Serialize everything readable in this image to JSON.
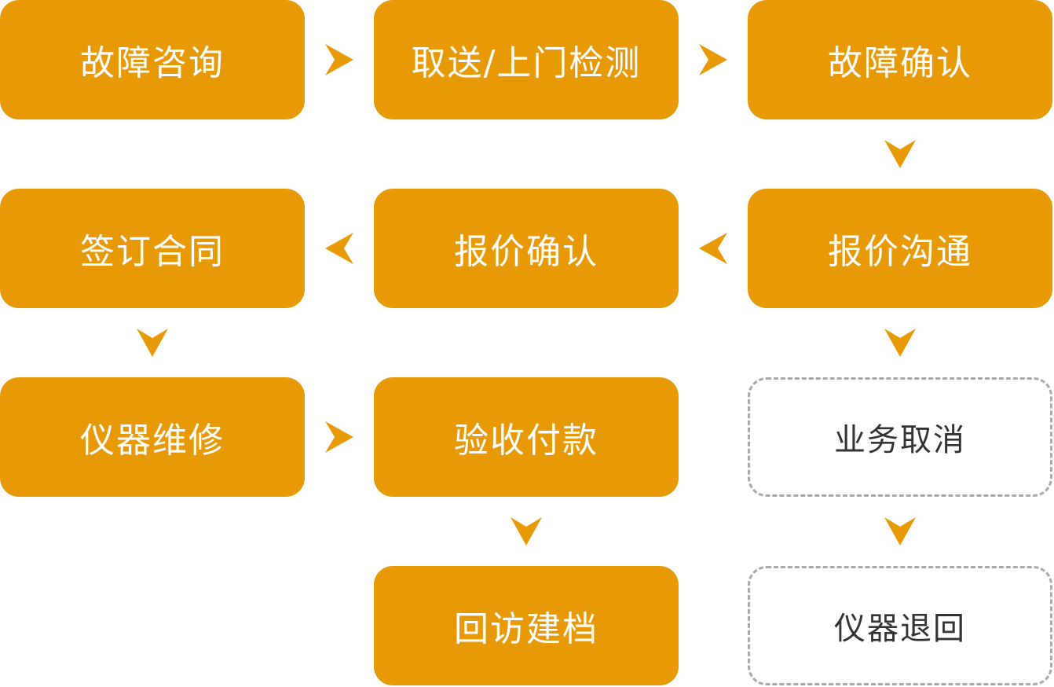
{
  "diagram": {
    "nodes": {
      "fault_consult": "故障咨询",
      "pickup_inspect": "取送/上门检测",
      "fault_confirm": "故障确认",
      "sign_contract": "签订合同",
      "quote_confirm": "报价确认",
      "quote_communicate": "报价沟通",
      "instrument_repair": "仪器维修",
      "acceptance_payment": "验收付款",
      "business_cancel": "业务取消",
      "followup_archive": "回访建档",
      "instrument_return": "仪器退回"
    },
    "colors": {
      "step_fill": "#E89A06",
      "step_text": "#FFFFFF",
      "alt_border": "#AAAAAA",
      "alt_text": "#333333",
      "arrow": "#E89A06"
    },
    "edges": [
      {
        "from": "fault_consult",
        "to": "pickup_inspect"
      },
      {
        "from": "pickup_inspect",
        "to": "fault_confirm"
      },
      {
        "from": "fault_confirm",
        "to": "quote_communicate"
      },
      {
        "from": "quote_communicate",
        "to": "quote_confirm"
      },
      {
        "from": "quote_confirm",
        "to": "sign_contract"
      },
      {
        "from": "sign_contract",
        "to": "instrument_repair"
      },
      {
        "from": "instrument_repair",
        "to": "acceptance_payment"
      },
      {
        "from": "acceptance_payment",
        "to": "followup_archive"
      },
      {
        "from": "quote_communicate",
        "to": "business_cancel"
      },
      {
        "from": "business_cancel",
        "to": "instrument_return"
      }
    ]
  }
}
